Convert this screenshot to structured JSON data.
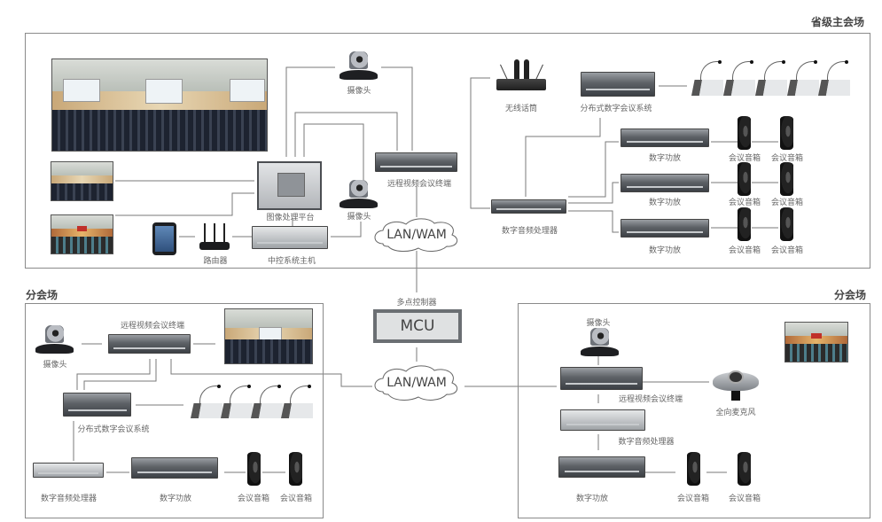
{
  "regions": {
    "main": {
      "title": "省级主会场",
      "labels": {
        "camera_top": "摄像头",
        "camera_mid": "摄像头",
        "image_platform": "图像处理平台",
        "video_terminal": "远程视频会议终端",
        "router": "路由器",
        "central_control": "中控系统主机",
        "wireless_mic": "无线话筒",
        "conference_system": "分布式数字会议系统",
        "audio_processor": "数字音频处理器",
        "amplifiers": [
          "数字功放",
          "数字功放",
          "数字功放"
        ],
        "speakers": [
          "会议音箱",
          "会议音箱",
          "会议音箱",
          "会议音箱",
          "会议音箱",
          "会议音箱"
        ]
      }
    },
    "network": {
      "cloud_top": "LAN/WAM",
      "cloud_bottom": "LAN/WAM",
      "mcu_caption": "多点控制器",
      "mcu_label": "MCU"
    },
    "branch_left": {
      "title": "分会场",
      "labels": {
        "camera": "摄像头",
        "video_terminal": "远程视频会议终端",
        "conference_system": "分布式数字会议系统",
        "audio_processor": "数字音频处理器",
        "amplifier": "数字功放",
        "speakers": [
          "会议音箱",
          "会议音箱"
        ]
      }
    },
    "branch_right": {
      "title": "分会场",
      "labels": {
        "camera": "摄像头",
        "video_terminal": "远程视频会议终端",
        "omni_mic": "全向麦克风",
        "audio_processor": "数字音频处理器",
        "amplifier": "数字功放",
        "speakers": [
          "会议音箱",
          "会议音箱"
        ]
      }
    }
  },
  "colors": {
    "line": "#7a7a7a",
    "panel_border": "#8a8a8a",
    "label_text": "#666666"
  }
}
